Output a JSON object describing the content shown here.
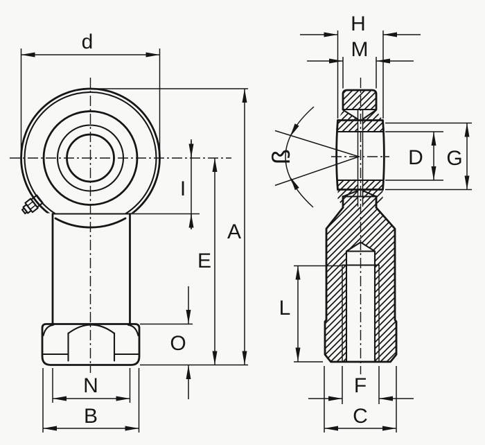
{
  "colors": {
    "ink": "#161616",
    "paper": "#f8f8f6"
  },
  "labels": {
    "d": "d",
    "H": "H",
    "M": "M",
    "beta": "ß",
    "I": "I",
    "A": "A",
    "E": "E",
    "D": "D",
    "G": "G",
    "L": "L",
    "O": "O",
    "N": "N",
    "B": "B",
    "F": "F",
    "C": "C"
  }
}
